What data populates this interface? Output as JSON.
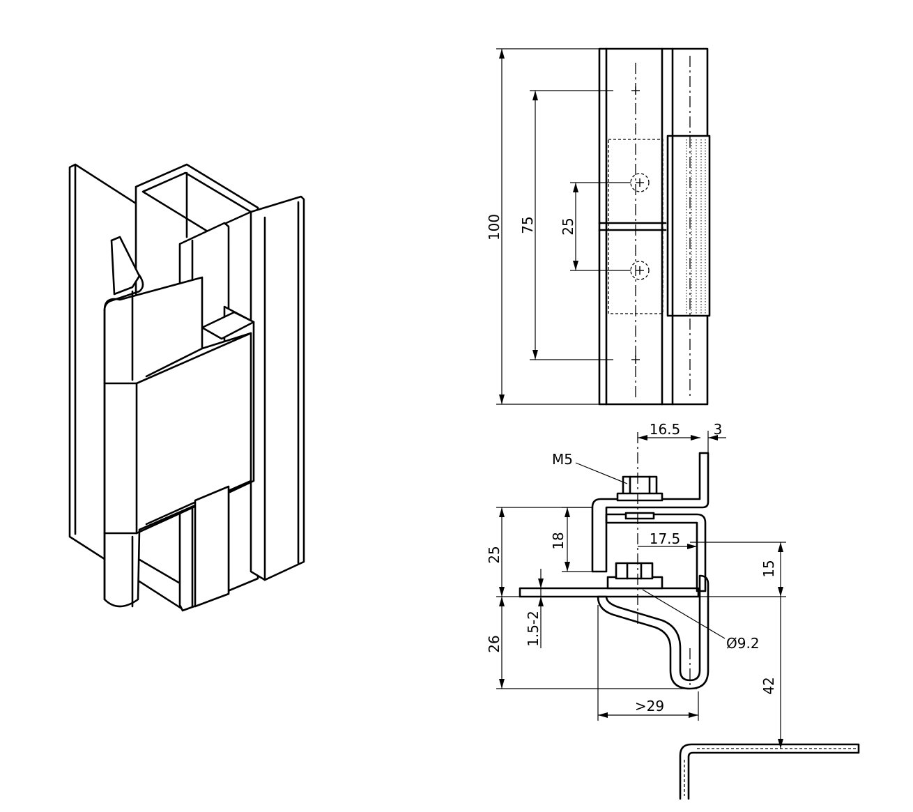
{
  "dimensions": {
    "height_total": "100",
    "hole_spacing_outer": "75",
    "hole_spacing_inner": "25",
    "offset_a": "16.5",
    "offset_b": "3",
    "thread": "M5",
    "depth_upper": "18",
    "offset_c": "17.5",
    "height_upper": "25",
    "height_right": "15",
    "height_lower": "26",
    "gap_range": "1.5-2",
    "bore_diameter": "Ø9.2",
    "height_profile": "42",
    "width_min": ">29"
  }
}
